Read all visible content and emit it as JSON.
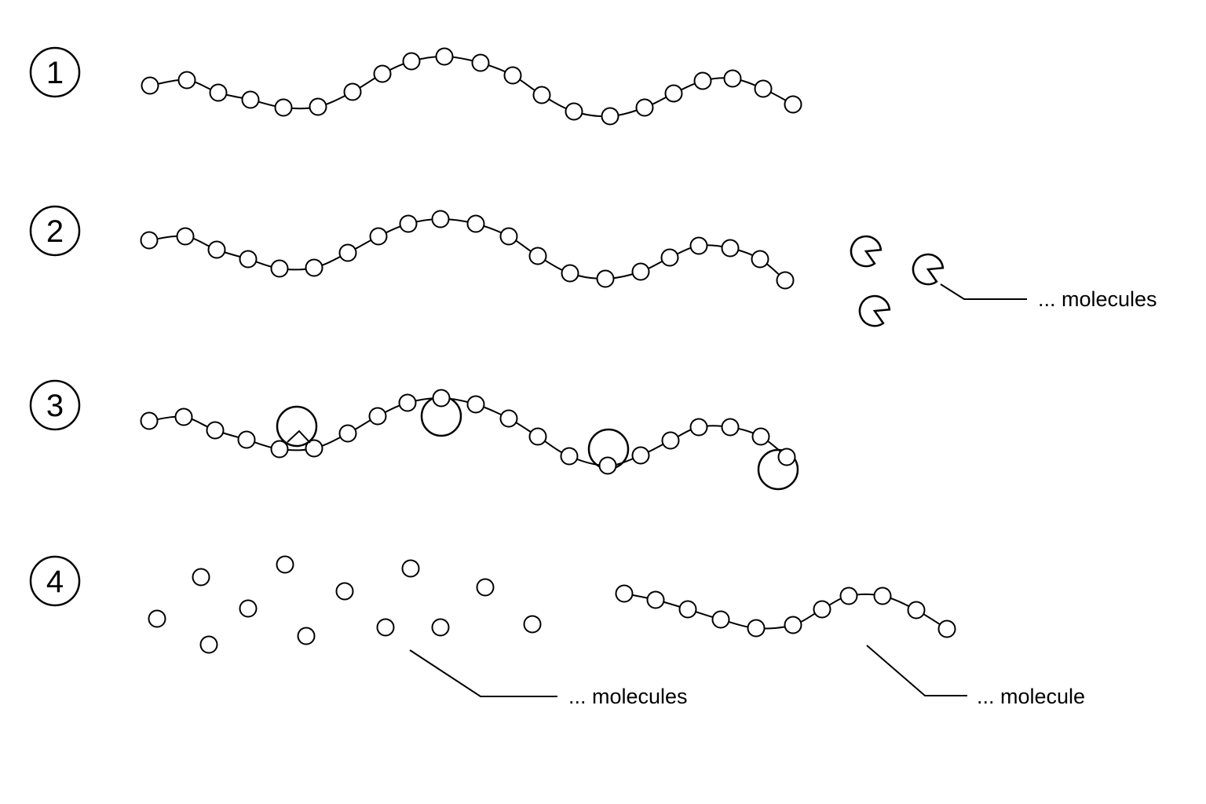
{
  "steps": [
    {
      "number": "1"
    },
    {
      "number": "2"
    },
    {
      "number": "3"
    },
    {
      "number": "4"
    }
  ],
  "labels": {
    "step2_molecules": "... molecules",
    "step4_molecules": "... molecules",
    "step4_molecule": "... molecule"
  },
  "colors": {
    "stroke": "#000000",
    "background": "#ffffff"
  }
}
